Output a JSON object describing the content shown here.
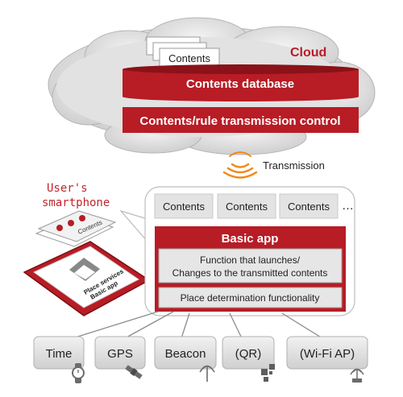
{
  "cloud": {
    "label": "Cloud",
    "contents_card": "Contents",
    "database_label": "Contents database",
    "control_label": "Contents/rule transmission control"
  },
  "transmission_label": "Transmission",
  "smartphone": {
    "title_line1": "User's",
    "title_line2": "smartphone",
    "screen_line1": "Place services",
    "screen_line2": "Basic app",
    "stack_label": "Contents"
  },
  "app_panel": {
    "contents_tabs": [
      "Contents",
      "Contents",
      "Contents"
    ],
    "more": "…",
    "basic_app_title": "Basic app",
    "function_line1": "Function that launches/",
    "function_line2": "Changes to the transmitted contents",
    "place_label": "Place determination functionality"
  },
  "sources": [
    {
      "label": "Time",
      "icon": "watch-icon"
    },
    {
      "label": "GPS",
      "icon": "satellite-icon"
    },
    {
      "label": "Beacon",
      "icon": "beacon-antenna-icon"
    },
    {
      "label": "(QR)",
      "icon": "qr-code-icon"
    },
    {
      "label": "(Wi-Fi AP)",
      "icon": "wifi-ap-icon"
    }
  ],
  "colors": {
    "brand_red": "#b81c25",
    "dark_red": "#8a1218",
    "cloud_gray": "#d9d9d9",
    "box_gray": "#e3e3e3",
    "signal_orange": "#f08a1c"
  }
}
